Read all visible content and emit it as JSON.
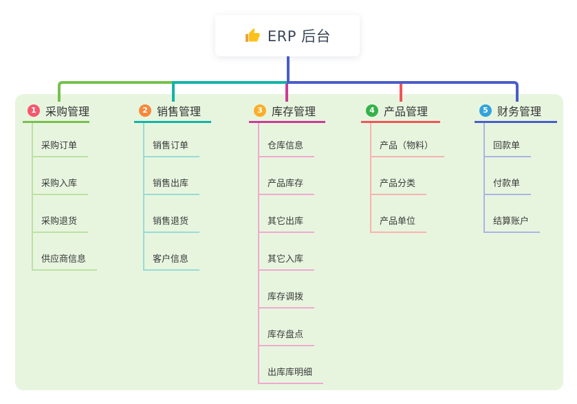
{
  "root": {
    "label": "ERP 后台",
    "icon": "thumbs-up-icon"
  },
  "colors": {
    "panel_background": "#e7f5df",
    "root_connector": "#4a5cc9",
    "root_text": "#3b4859",
    "branch_title_text": "#333333",
    "child_text": "#3a3a3a"
  },
  "branches": [
    {
      "num": "1",
      "title": "采购管理",
      "badge_color": "#f4586e",
      "line_color": "#76c04c",
      "child_line_color": "#bce0a2",
      "children": [
        "采购订单",
        "采购入库",
        "采购退货",
        "供应商信息"
      ]
    },
    {
      "num": "2",
      "title": "销售管理",
      "badge_color": "#f8883c",
      "line_color": "#14b3a7",
      "child_line_color": "#96dcd3",
      "children": [
        "销售订单",
        "销售出库",
        "销售退货",
        "客户信息"
      ]
    },
    {
      "num": "3",
      "title": "库存管理",
      "badge_color": "#fbae29",
      "line_color": "#cd3a96",
      "child_line_color": "#f0a8d0",
      "children": [
        "仓库信息",
        "产品库存",
        "其它出库",
        "其它入库",
        "库存调拨",
        "库存盘点",
        "出库库明细"
      ]
    },
    {
      "num": "4",
      "title": "产品管理",
      "badge_color": "#35b24a",
      "line_color": "#f15456",
      "child_line_color": "#f8b3ae",
      "children": [
        "产品（物料）",
        "产品分类",
        "产品单位"
      ]
    },
    {
      "num": "5",
      "title": "财务管理",
      "badge_color": "#33a3dd",
      "line_color": "#4a5cc9",
      "child_line_color": "#aab4e2",
      "children": [
        "回款单",
        "付款单",
        "结算账户"
      ]
    }
  ]
}
